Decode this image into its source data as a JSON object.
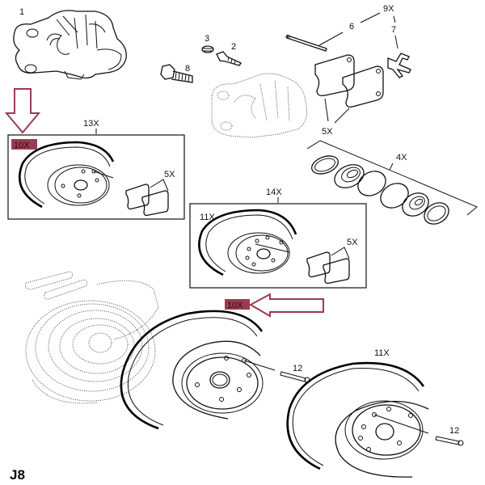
{
  "diagram": {
    "type": "exploded-parts-diagram",
    "subject": "Rear brake caliper, pads and brake discs",
    "page_code": "J8",
    "highlight_color": "#9b3b52",
    "callouts": {
      "caliper": "1",
      "bleed_cap": "3",
      "bleed_screw": "2",
      "mounting_bolt": "8",
      "pin": "6",
      "pin_group": "9X",
      "clip": "7",
      "pads_top": "5X",
      "seal_kit": "4X",
      "kit_13": "13X",
      "kit_13_disc": "10X",
      "kit_13_pads": "5X",
      "kit_14": "14X",
      "kit_14_disc": "11X",
      "kit_14_pads": "5X",
      "disc_main": "10X",
      "disc_main_screw": "12",
      "disc_second": "11X",
      "disc_second_screw": "12"
    },
    "highlights": [
      {
        "label": "10X",
        "arrow": "down"
      },
      {
        "label": "10X",
        "arrow": "left"
      }
    ]
  }
}
